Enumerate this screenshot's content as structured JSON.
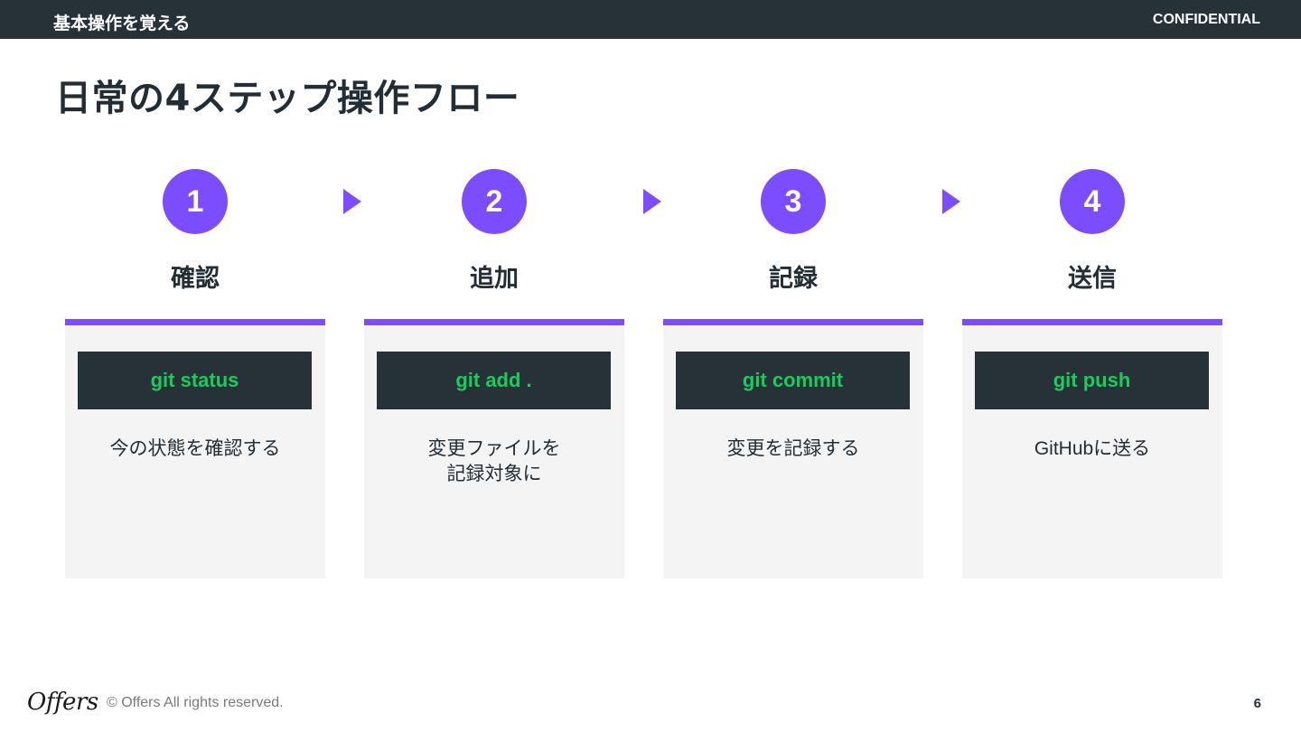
{
  "header": {
    "section_title": "基本操作を覚える",
    "confidential_label": "CONFIDENTIAL"
  },
  "page_title": "日常の4ステップ操作フロー",
  "steps": [
    {
      "number": "1",
      "label": "確認",
      "command": "git status",
      "description": "今の状態を確認する"
    },
    {
      "number": "2",
      "label": "追加",
      "command": "git add .",
      "description": "変更ファイルを\n記録対象に"
    },
    {
      "number": "3",
      "label": "記録",
      "command": "git commit",
      "description": "変更を記録する"
    },
    {
      "number": "4",
      "label": "送信",
      "command": "git push",
      "description": "GitHubに送る"
    }
  ],
  "footer": {
    "logo_text": "Offers",
    "copyright": "© Offers All rights reserved.",
    "page_number": "6"
  },
  "colors": {
    "accent": "#7c4dff",
    "header_bg": "#263238",
    "command_text": "#1ccc5b",
    "card_bg": "#f4f4f4"
  }
}
